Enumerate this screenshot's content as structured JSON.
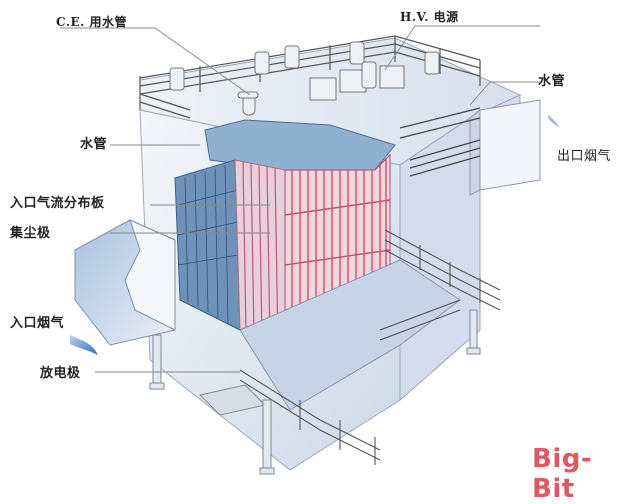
{
  "diagram": {
    "subject": "Electrostatic precipitator cutaway",
    "labels": {
      "ce_water_pipe": "C.E. 用水管",
      "hv_power": "H.V. 电源",
      "water_pipe_right": "水管",
      "water_pipe_left": "水管",
      "outlet_flue_gas": "出口烟气",
      "inlet_distribution_plate": "入口气流分布板",
      "collecting_electrode": "集尘极",
      "inlet_flue_gas": "入口烟气",
      "discharge_electrode": "放电极"
    },
    "watermark": "Big-Bit",
    "colors": {
      "watermark": "#e0575f",
      "electrode_red": "#c8506a",
      "electrode_blue": "#5a7fa8",
      "casing": "#dfe7f2",
      "leader_line": "#888888"
    }
  }
}
